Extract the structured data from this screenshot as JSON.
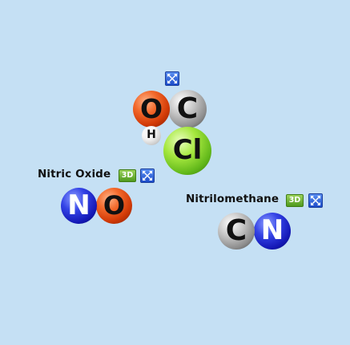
{
  "molecules": [
    {
      "id": "phosgene-like",
      "name": "",
      "atoms": [
        {
          "symbol": "O",
          "element": "oxygen"
        },
        {
          "symbol": "C",
          "element": "carbon"
        },
        {
          "symbol": "H",
          "element": "hydrogen"
        },
        {
          "symbol": "Cl",
          "element": "chlorine"
        }
      ],
      "buttons": {
        "expand_icon": "expand-arrows-icon"
      }
    },
    {
      "id": "nitric-oxide",
      "name": "Nitric Oxide",
      "atoms": [
        {
          "symbol": "N",
          "element": "nitrogen"
        },
        {
          "symbol": "O",
          "element": "oxygen"
        }
      ],
      "buttons": {
        "view3d_label": "3D",
        "expand_icon": "expand-arrows-icon"
      }
    },
    {
      "id": "nitrilomethane",
      "name": "Nitrilomethane",
      "atoms": [
        {
          "symbol": "C",
          "element": "carbon"
        },
        {
          "symbol": "N",
          "element": "nitrogen"
        }
      ],
      "buttons": {
        "view3d_label": "3D",
        "expand_icon": "expand-arrows-icon"
      }
    }
  ],
  "colors": {
    "background": "#c5e0f4",
    "oxygen": "#e0470f",
    "carbon": "#a5a5a5",
    "nitrogen": "#1f27d2",
    "chlorine": "#7dcc26",
    "hydrogen": "#f0f0f0",
    "button_3d": "#6bb52f",
    "button_expand": "#2a5ad8"
  }
}
